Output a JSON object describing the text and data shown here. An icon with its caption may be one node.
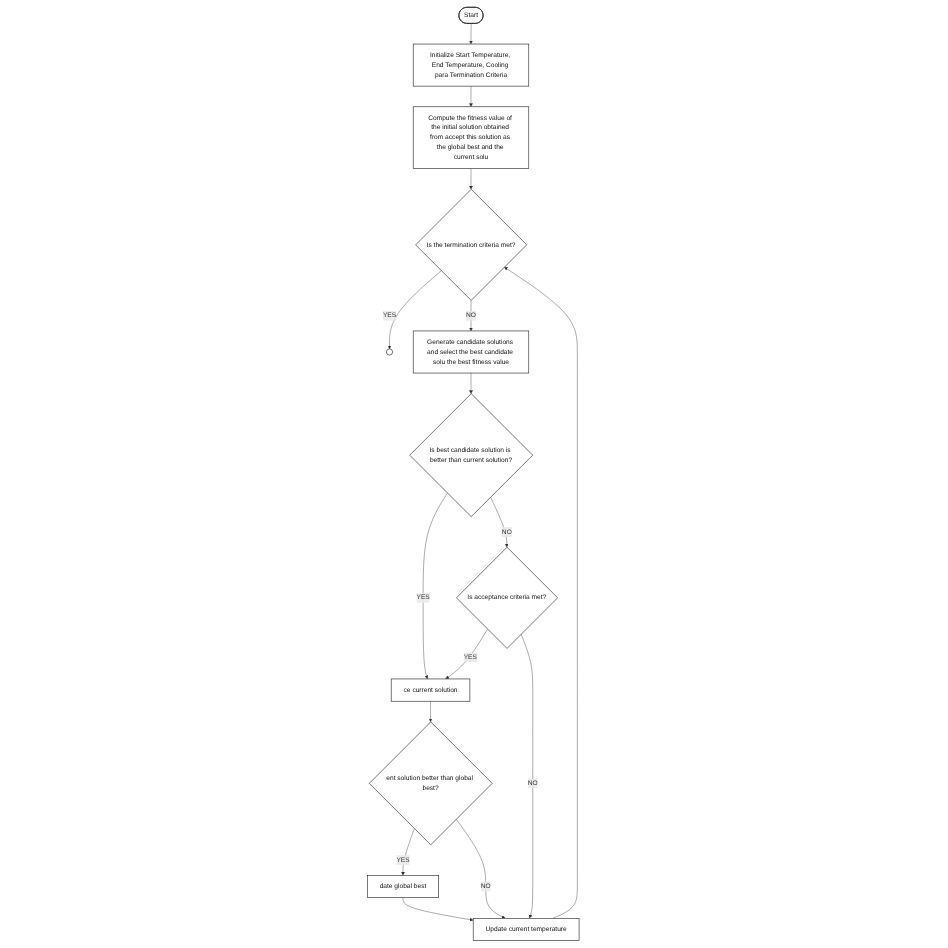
{
  "diagram": {
    "nodes": [
      {
        "text": [
          "Start"
        ]
      },
      {
        "text": [
          "Initialize Start Temperature, End Temperature, Cooling para Termination Criteria"
        ]
      },
      {
        "text": [
          "Compute the fitness value of the initial solution obtained from accept this solution as the global best and the current solu"
        ]
      },
      {
        "text": [
          "Update current temperature"
        ]
      },
      {
        "text": [
          "Is the termination criteria met?"
        ]
      },
      {
        "text": [],
        "shape": "circle"
      },
      {
        "text": [
          "Generate candidate solutions and select the best candidate solu the best fitness value"
        ]
      },
      {
        "text": [
          "Is best candidate solution is better than current solution?"
        ]
      },
      {
        "text": [
          "Is acceptance criteria met?"
        ]
      },
      {
        "text": [
          "ce current solution"
        ]
      },
      {
        "text": [
          "ent solution better than global best?"
        ]
      },
      {
        "text": [
          "date global best"
        ]
      }
    ],
    "edges": [
      {
        "from": 0,
        "to": 1,
        "arrow": "to"
      },
      {
        "from": 1,
        "to": 2,
        "arrow": "to"
      },
      {
        "from": 2,
        "to": 4,
        "arrow": "to"
      },
      {
        "from": 3,
        "to": 4,
        "arrow": "to"
      },
      {
        "from": 4,
        "to": 5,
        "arrow": "to",
        "label": "YES"
      },
      {
        "from": 4,
        "to": 6,
        "arrow": "to",
        "label": "NO"
      },
      {
        "from": 6,
        "to": 7,
        "arrow": "to"
      },
      {
        "from": 7,
        "to": 9,
        "arrow": "to",
        "label": "YES"
      },
      {
        "from": 7,
        "to": 8,
        "arrow": "to",
        "label": "NO"
      },
      {
        "from": 8,
        "to": 9,
        "arrow": "to",
        "label": "YES"
      },
      {
        "from": 8,
        "to": 3,
        "arrow": "to",
        "label": "NO"
      },
      {
        "from": 9,
        "to": 10,
        "arrow": "to"
      },
      {
        "from": 10,
        "to": 11,
        "arrow": "to",
        "label": "YES"
      },
      {
        "from": 10,
        "to": 3,
        "arrow": "to",
        "label": "NO"
      },
      {
        "from": 11,
        "to": 3,
        "arrow": "to"
      }
    ]
  }
}
